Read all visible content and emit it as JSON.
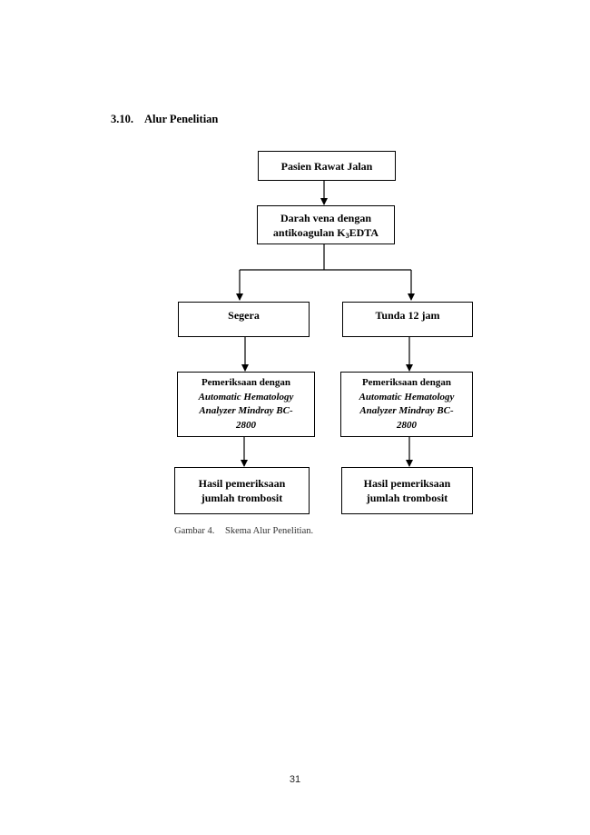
{
  "section": {
    "number": "3.10.",
    "title": "Alur Penelitian"
  },
  "flow": {
    "start": "Pasien Rawat Jalan",
    "sample_line1": "Darah vena dengan",
    "sample_line2_pre": "antikoagulan K",
    "sample_line2_sub": "3",
    "sample_line2_post": "EDTA",
    "branch_left": "Segera",
    "branch_right": "Tunda 12 jam",
    "exam_line1": "Pemeriksaan dengan",
    "exam_line2": "Automatic Hematology",
    "exam_line3": "Analyzer Mindray BC-",
    "exam_line4": "2800",
    "result_line1": "Hasil pemeriksaan",
    "result_line2": "jumlah trombosit"
  },
  "caption": {
    "label": "Gambar 4.",
    "text": "Skema Alur Penelitian."
  },
  "page_number": "31"
}
